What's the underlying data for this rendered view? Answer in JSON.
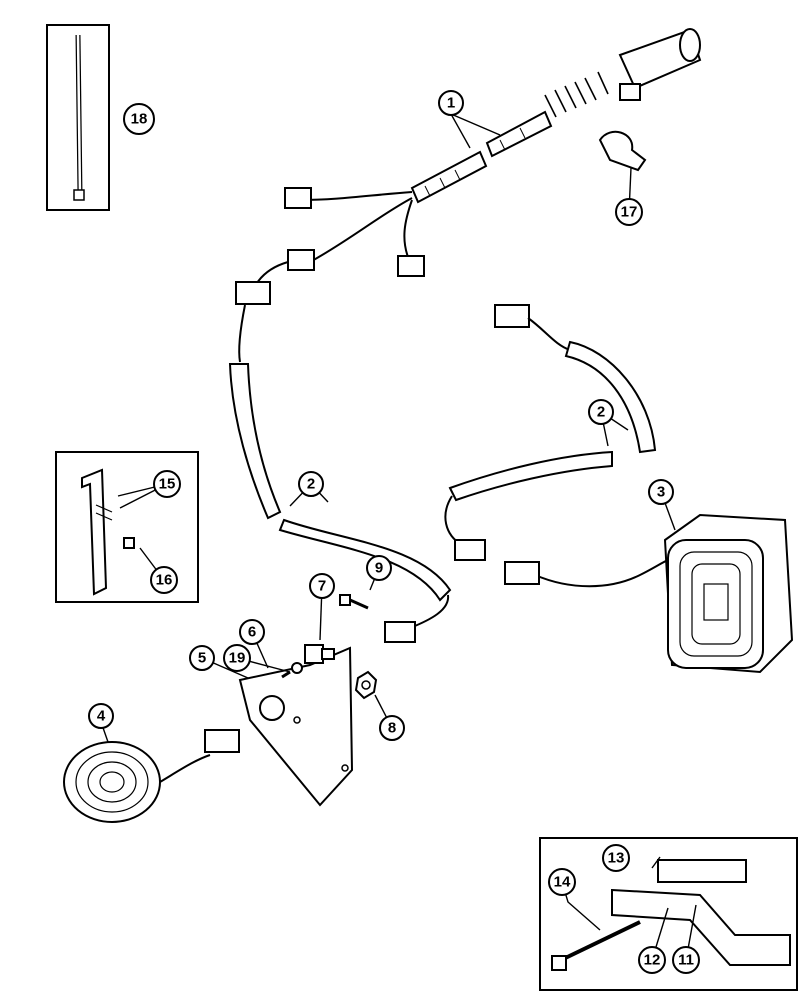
{
  "callouts": [
    {
      "id": "1",
      "label": "1"
    },
    {
      "id": "2a",
      "label": "2"
    },
    {
      "id": "2b",
      "label": "2"
    },
    {
      "id": "3",
      "label": "3"
    },
    {
      "id": "4",
      "label": "4"
    },
    {
      "id": "5",
      "label": "5"
    },
    {
      "id": "6",
      "label": "6"
    },
    {
      "id": "7",
      "label": "7"
    },
    {
      "id": "8",
      "label": "8"
    },
    {
      "id": "9",
      "label": "9"
    },
    {
      "id": "11",
      "label": "11"
    },
    {
      "id": "12",
      "label": "12"
    },
    {
      "id": "13",
      "label": "13"
    },
    {
      "id": "14",
      "label": "14"
    },
    {
      "id": "15",
      "label": "15"
    },
    {
      "id": "16",
      "label": "16"
    },
    {
      "id": "17",
      "label": "17"
    },
    {
      "id": "18",
      "label": "18"
    },
    {
      "id": "19",
      "label": "19"
    }
  ]
}
